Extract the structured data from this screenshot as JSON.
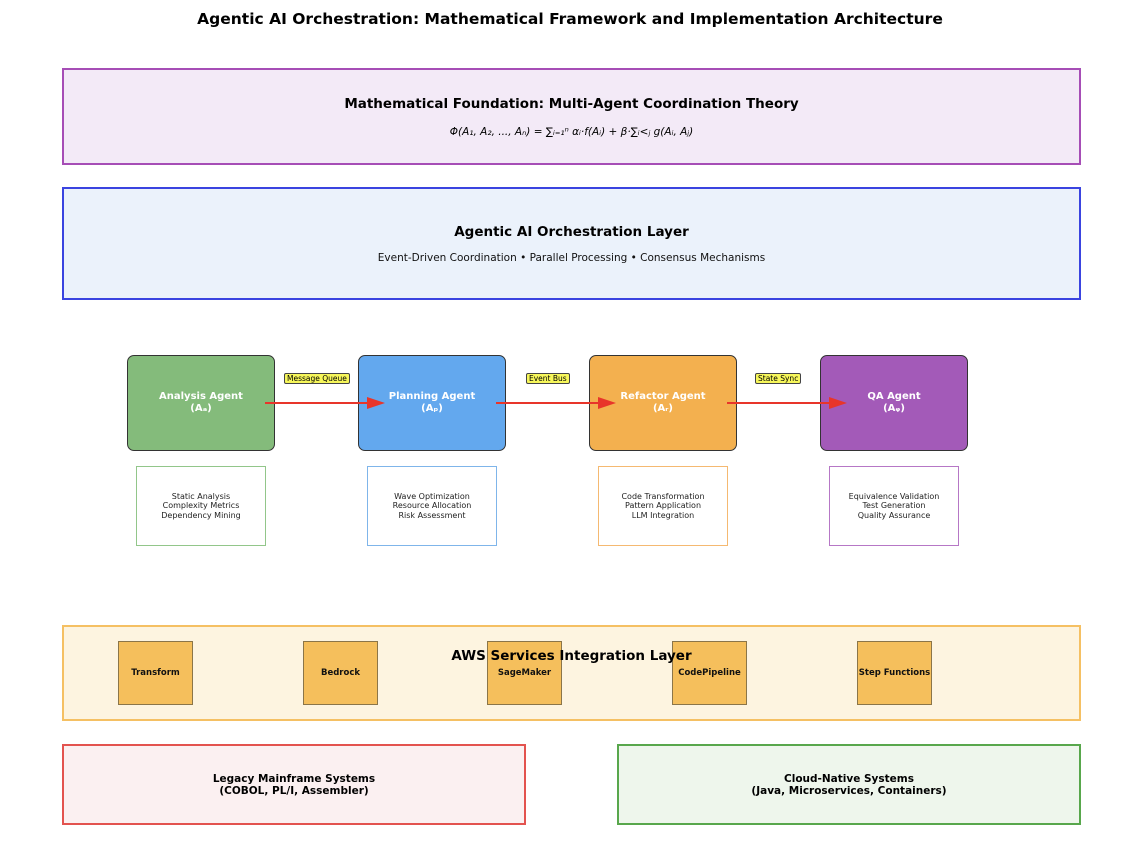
{
  "title": "Agentic AI Orchestration: Mathematical Framework and Implementation Architecture",
  "math_layer": {
    "title": "Mathematical Foundation: Multi-Agent Coordination Theory",
    "formula": "Φ(A₁, A₂, ..., Aₙ) = ∑ᵢ₌₁ⁿ αᵢ·f(Aᵢ) + β·∑ᵢ<ⱼ g(Aᵢ, Aⱼ)"
  },
  "orchestration_layer": {
    "title": "Agentic AI Orchestration Layer",
    "subtitle": "Event-Driven Coordination • Parallel Processing • Consensus Mechanisms"
  },
  "agents": [
    {
      "name": "Analysis Agent",
      "symbol": "(Aₐ)",
      "color": "#84bb7b",
      "details": [
        "Static Analysis",
        "Complexity Metrics",
        "Dependency Mining"
      ]
    },
    {
      "name": "Planning Agent",
      "symbol": "(Aₚ)",
      "color": "#63a8ee",
      "details": [
        "Wave Optimization",
        "Resource Allocation",
        "Risk Assessment"
      ]
    },
    {
      "name": "Refactor Agent",
      "symbol": "(Aᵣ)",
      "color": "#f3b04f",
      "details": [
        "Code Transformation",
        "Pattern Application",
        "LLM Integration"
      ]
    },
    {
      "name": "QA Agent",
      "symbol": "(Aᵩ)",
      "color": "#a35ab8",
      "details": [
        "Equivalence Validation",
        "Test Generation",
        "Quality Assurance"
      ]
    }
  ],
  "connections": [
    {
      "label": "Message Queue",
      "from": "Analysis Agent",
      "to": "Planning Agent"
    },
    {
      "label": "Event Bus",
      "from": "Planning Agent",
      "to": "Refactor Agent"
    },
    {
      "label": "State Sync",
      "from": "Refactor Agent",
      "to": "QA Agent"
    }
  ],
  "arrow_color": "#e8352a",
  "aws_layer": {
    "title": "AWS Services Integration Layer",
    "services": [
      "Transform",
      "Bedrock",
      "SageMaker",
      "CodePipeline",
      "Step Functions"
    ]
  },
  "systems": {
    "legacy": {
      "title": "Legacy Mainframe Systems",
      "subtitle": "(COBOL, PL/I, Assembler)"
    },
    "cloud": {
      "title": "Cloud-Native Systems",
      "subtitle": "(Java, Microservices, Containers)"
    }
  }
}
